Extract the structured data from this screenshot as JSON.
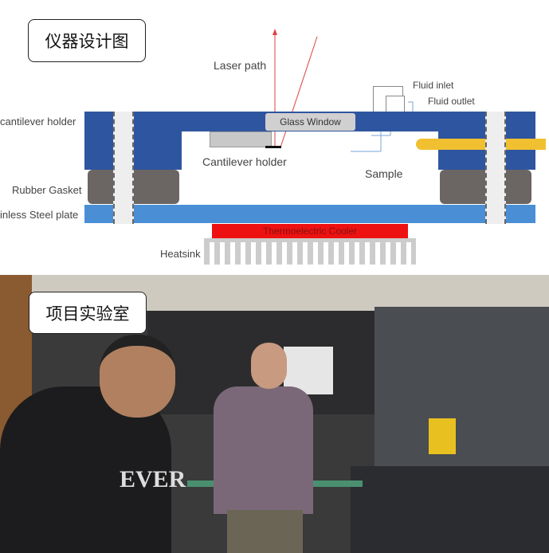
{
  "diagram": {
    "title": "仪器设计图",
    "labels": {
      "laser_path": "Laser path",
      "fluid_inlet": "Fluid inlet",
      "fluid_outlet": "Fluid outlet",
      "cantilever_holder_top": "cantilever holder",
      "glass_window": "Glass Window",
      "cantilever_holder": "Cantilever holder",
      "sample": "Sample",
      "rubber_gasket": "Rubber Gasket",
      "steel_plate": "inless Steel plate",
      "tec": "Thermoelectric Cooler",
      "heatsink": "Heatsink"
    },
    "colors": {
      "frame": "#2e55a0",
      "plate": "#4a8fd6",
      "gasket": "#6b6563",
      "tec": "#ee1111",
      "laser": "#e04040",
      "rod": "#f0c030"
    }
  },
  "photo": {
    "title": "项目实验室",
    "shirt_text": "EVER"
  }
}
